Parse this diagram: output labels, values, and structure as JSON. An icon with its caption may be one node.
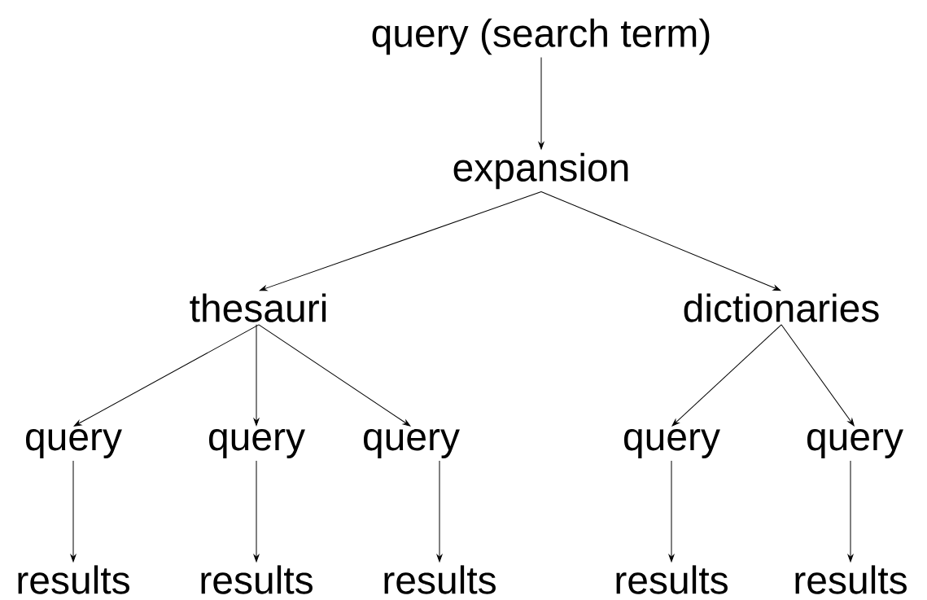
{
  "diagram": {
    "nodes": [
      {
        "text": [
          "query (search term)"
        ]
      },
      {
        "text": [
          "expansion"
        ]
      },
      {
        "text": [
          "thesauri"
        ]
      },
      {
        "text": [
          "dictionaries"
        ]
      },
      {
        "text": [
          "query"
        ]
      },
      {
        "text": [
          "query"
        ]
      },
      {
        "text": [
          "query"
        ]
      },
      {
        "text": [
          "query"
        ]
      },
      {
        "text": [
          "query"
        ]
      },
      {
        "text": [
          "results"
        ]
      },
      {
        "text": [
          "results"
        ]
      },
      {
        "text": [
          "results"
        ]
      },
      {
        "text": [
          "results"
        ]
      },
      {
        "text": [
          "results"
        ]
      }
    ],
    "edges": [
      {
        "from": 0,
        "to": 1,
        "arrow": "to"
      },
      {
        "from": 1,
        "to": 2,
        "arrow": "to"
      },
      {
        "from": 1,
        "to": 3,
        "arrow": "to"
      },
      {
        "from": 2,
        "to": 4,
        "arrow": "to"
      },
      {
        "from": 2,
        "to": 5,
        "arrow": "to"
      },
      {
        "from": 2,
        "to": 6,
        "arrow": "to"
      },
      {
        "from": 3,
        "to": 7,
        "arrow": "to"
      },
      {
        "from": 3,
        "to": 8,
        "arrow": "to"
      },
      {
        "from": 4,
        "to": 9,
        "arrow": "to"
      },
      {
        "from": 5,
        "to": 10,
        "arrow": "to"
      },
      {
        "from": 6,
        "to": 11,
        "arrow": "to"
      },
      {
        "from": 7,
        "to": 12,
        "arrow": "to"
      },
      {
        "from": 8,
        "to": 13,
        "arrow": "to"
      }
    ]
  }
}
